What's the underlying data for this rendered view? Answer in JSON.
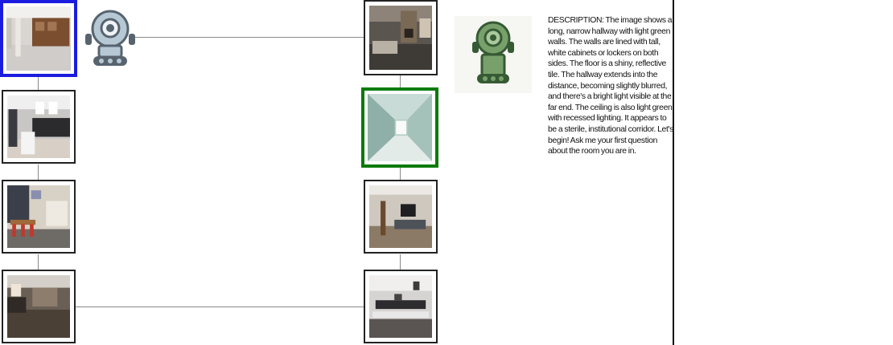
{
  "map": {
    "left_column": [
      {
        "name": "basement-bar-room",
        "selected": "blue"
      },
      {
        "name": "laundry-room",
        "selected": null
      },
      {
        "name": "dining-play-room",
        "selected": null
      },
      {
        "name": "dark-living-room",
        "selected": null
      }
    ],
    "right_column": [
      {
        "name": "den-fireplace-room",
        "selected": null
      },
      {
        "name": "green-hallway",
        "selected": "green"
      },
      {
        "name": "tv-basement-room",
        "selected": null
      },
      {
        "name": "music-studio-room",
        "selected": null
      }
    ],
    "colors": {
      "current_room": "#1c1ce0",
      "target_room": "#0a7a0a",
      "edge": "#8a8a8a"
    }
  },
  "chat": {
    "message": "DESCRIPTION: The image shows a long, narrow hallway with light green walls. The walls are lined with tall, white cabinets or lockers on both sides. The floor is a shiny, reflective tile. The hallway extends into the distance, becoming slightly blurred, and there's a bright light visible at the far end. The ceiling is also light green with recessed lighting. It appears to be a sterile, institutional corridor.    Let's begin! Ask me your first question about the room you are in."
  },
  "icons": {
    "player": "robot-icon",
    "assistant": "robot-avatar-icon"
  }
}
